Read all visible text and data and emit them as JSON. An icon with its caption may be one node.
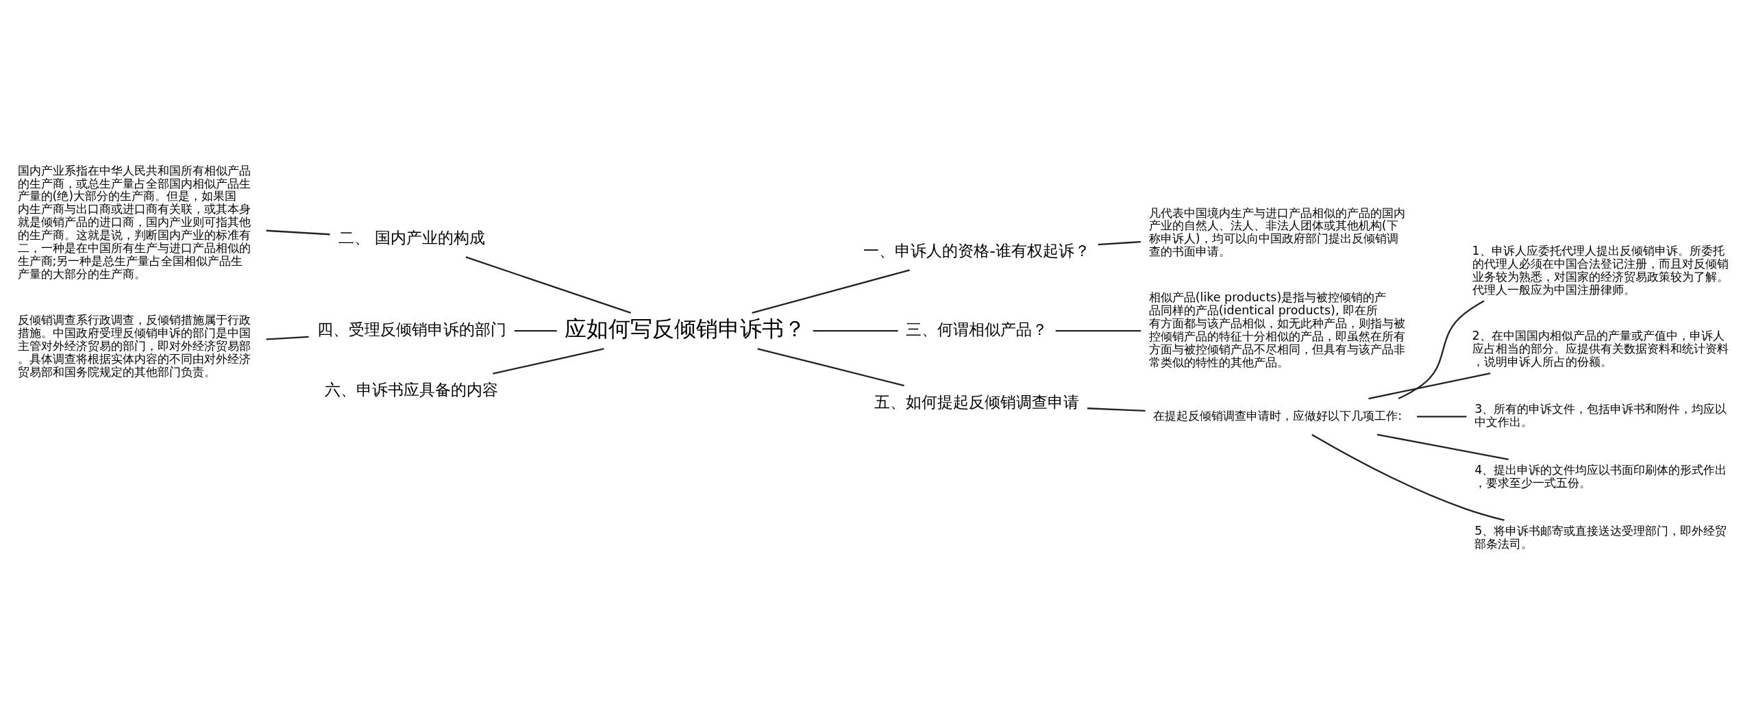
{
  "diagram": {
    "nodes": [
      {
        "text": [
          "应如何写反倾销申诉书？"
        ]
      },
      {
        "text": [
          "一、申诉人的资格-谁有权起诉？"
        ]
      },
      {
        "text": [
          "凡代表中国境内生产与进口产品相似的产品的国内产业的自然人、法人、非法人团体或其他机构(下称申诉人)，均可以向中国政府部门提出反倾销调查的书面申请。"
        ]
      },
      {
        "text": [
          "二、 国内产业的构成"
        ]
      },
      {
        "text": [
          "国内产业系指在中华人民共和国所有相似产品的生产商，或总生产量占全部国内相似产品生产量的(绝)大部分的生产商。但是，如果国内生产商与出口商或进口商有关联，或其本身就是倾销产品的进口商，国内产业则可指其他的生产商。这就是说，判断国内产业的标准有二，一种是在中国所有生产与进口产品相似的生产商;另一种是总生产量占全国相似产品生产量的大部分的生产商。"
        ]
      },
      {
        "text": [
          "三、何谓相似产品？"
        ]
      },
      {
        "text": [
          "相似产品(like products)是指与被控倾销的产品同样的产品(identical products), 即在所有方面都与该产品相似，如无此种产品，则指与被控倾销产品的特征十分相似的产品，即虽然在所有方面与被控倾销产品不尽相同，但具有与该产品非常类似的特性的其他产品。"
        ]
      },
      {
        "text": [
          "四、受理反倾销申诉的部门"
        ]
      },
      {
        "text": [
          "反倾销调查系行政调查，反倾销措施属于行政措施。中国政府受理反倾销申诉的部门是中国主管对外经济贸易的部门，即对外经济贸易部。具体调查将根据实体内容的不同由对外经济贸易部和国务院规定的其他部门负责。"
        ]
      },
      {
        "text": [
          "五、如何提起反倾销调查申请"
        ]
      },
      {
        "text": [
          "在提起反倾销调查申请时，应做好以下几项工作:"
        ]
      },
      {
        "text": [
          "1、申诉人应委托代理人提出反倾销申诉。所委托的代理人必须在中国合法登记注册，而且对反倾销业务较为熟悉，对国家的经济贸易政策较为了解。代理人一般应为中国注册律师。"
        ]
      },
      {
        "text": [
          "2、在中国国内相似产品的产量或产值中，申诉人应占相当的部分。应提供有关数据资料和统计资料，说明申诉人所占的份额。"
        ]
      },
      {
        "text": [
          "3、所有的申诉文件，包括申诉书和附件，均应以中文作出。"
        ]
      },
      {
        "text": [
          "4、提出申诉的文件均应以书面印刷体的形式作出，要求至少一式五份。"
        ]
      },
      {
        "text": [
          "5、将申诉书邮寄或直接送达受理部门，即外经贸部条法司。"
        ]
      },
      {
        "text": [
          "六、申诉书应具备的内容"
        ]
      }
    ],
    "edges": [
      {
        "from": 0,
        "to": 1,
        "arrow": "none"
      },
      {
        "from": 1,
        "to": 2,
        "arrow": "none"
      },
      {
        "from": 0,
        "to": 3,
        "arrow": "none"
      },
      {
        "from": 3,
        "to": 4,
        "arrow": "none"
      },
      {
        "from": 0,
        "to": 5,
        "arrow": "none"
      },
      {
        "from": 5,
        "to": 6,
        "arrow": "none"
      },
      {
        "from": 0,
        "to": 7,
        "arrow": "none"
      },
      {
        "from": 7,
        "to": 8,
        "arrow": "none"
      },
      {
        "from": 0,
        "to": 9,
        "arrow": "none"
      },
      {
        "from": 9,
        "to": 10,
        "arrow": "none"
      },
      {
        "from": 10,
        "to": 11,
        "arrow": "none"
      },
      {
        "from": 10,
        "to": 12,
        "arrow": "none"
      },
      {
        "from": 10,
        "to": 13,
        "arrow": "none"
      },
      {
        "from": 10,
        "to": 14,
        "arrow": "none"
      },
      {
        "from": 10,
        "to": 15,
        "arrow": "none"
      },
      {
        "from": 0,
        "to": 16,
        "arrow": "none"
      }
    ]
  }
}
